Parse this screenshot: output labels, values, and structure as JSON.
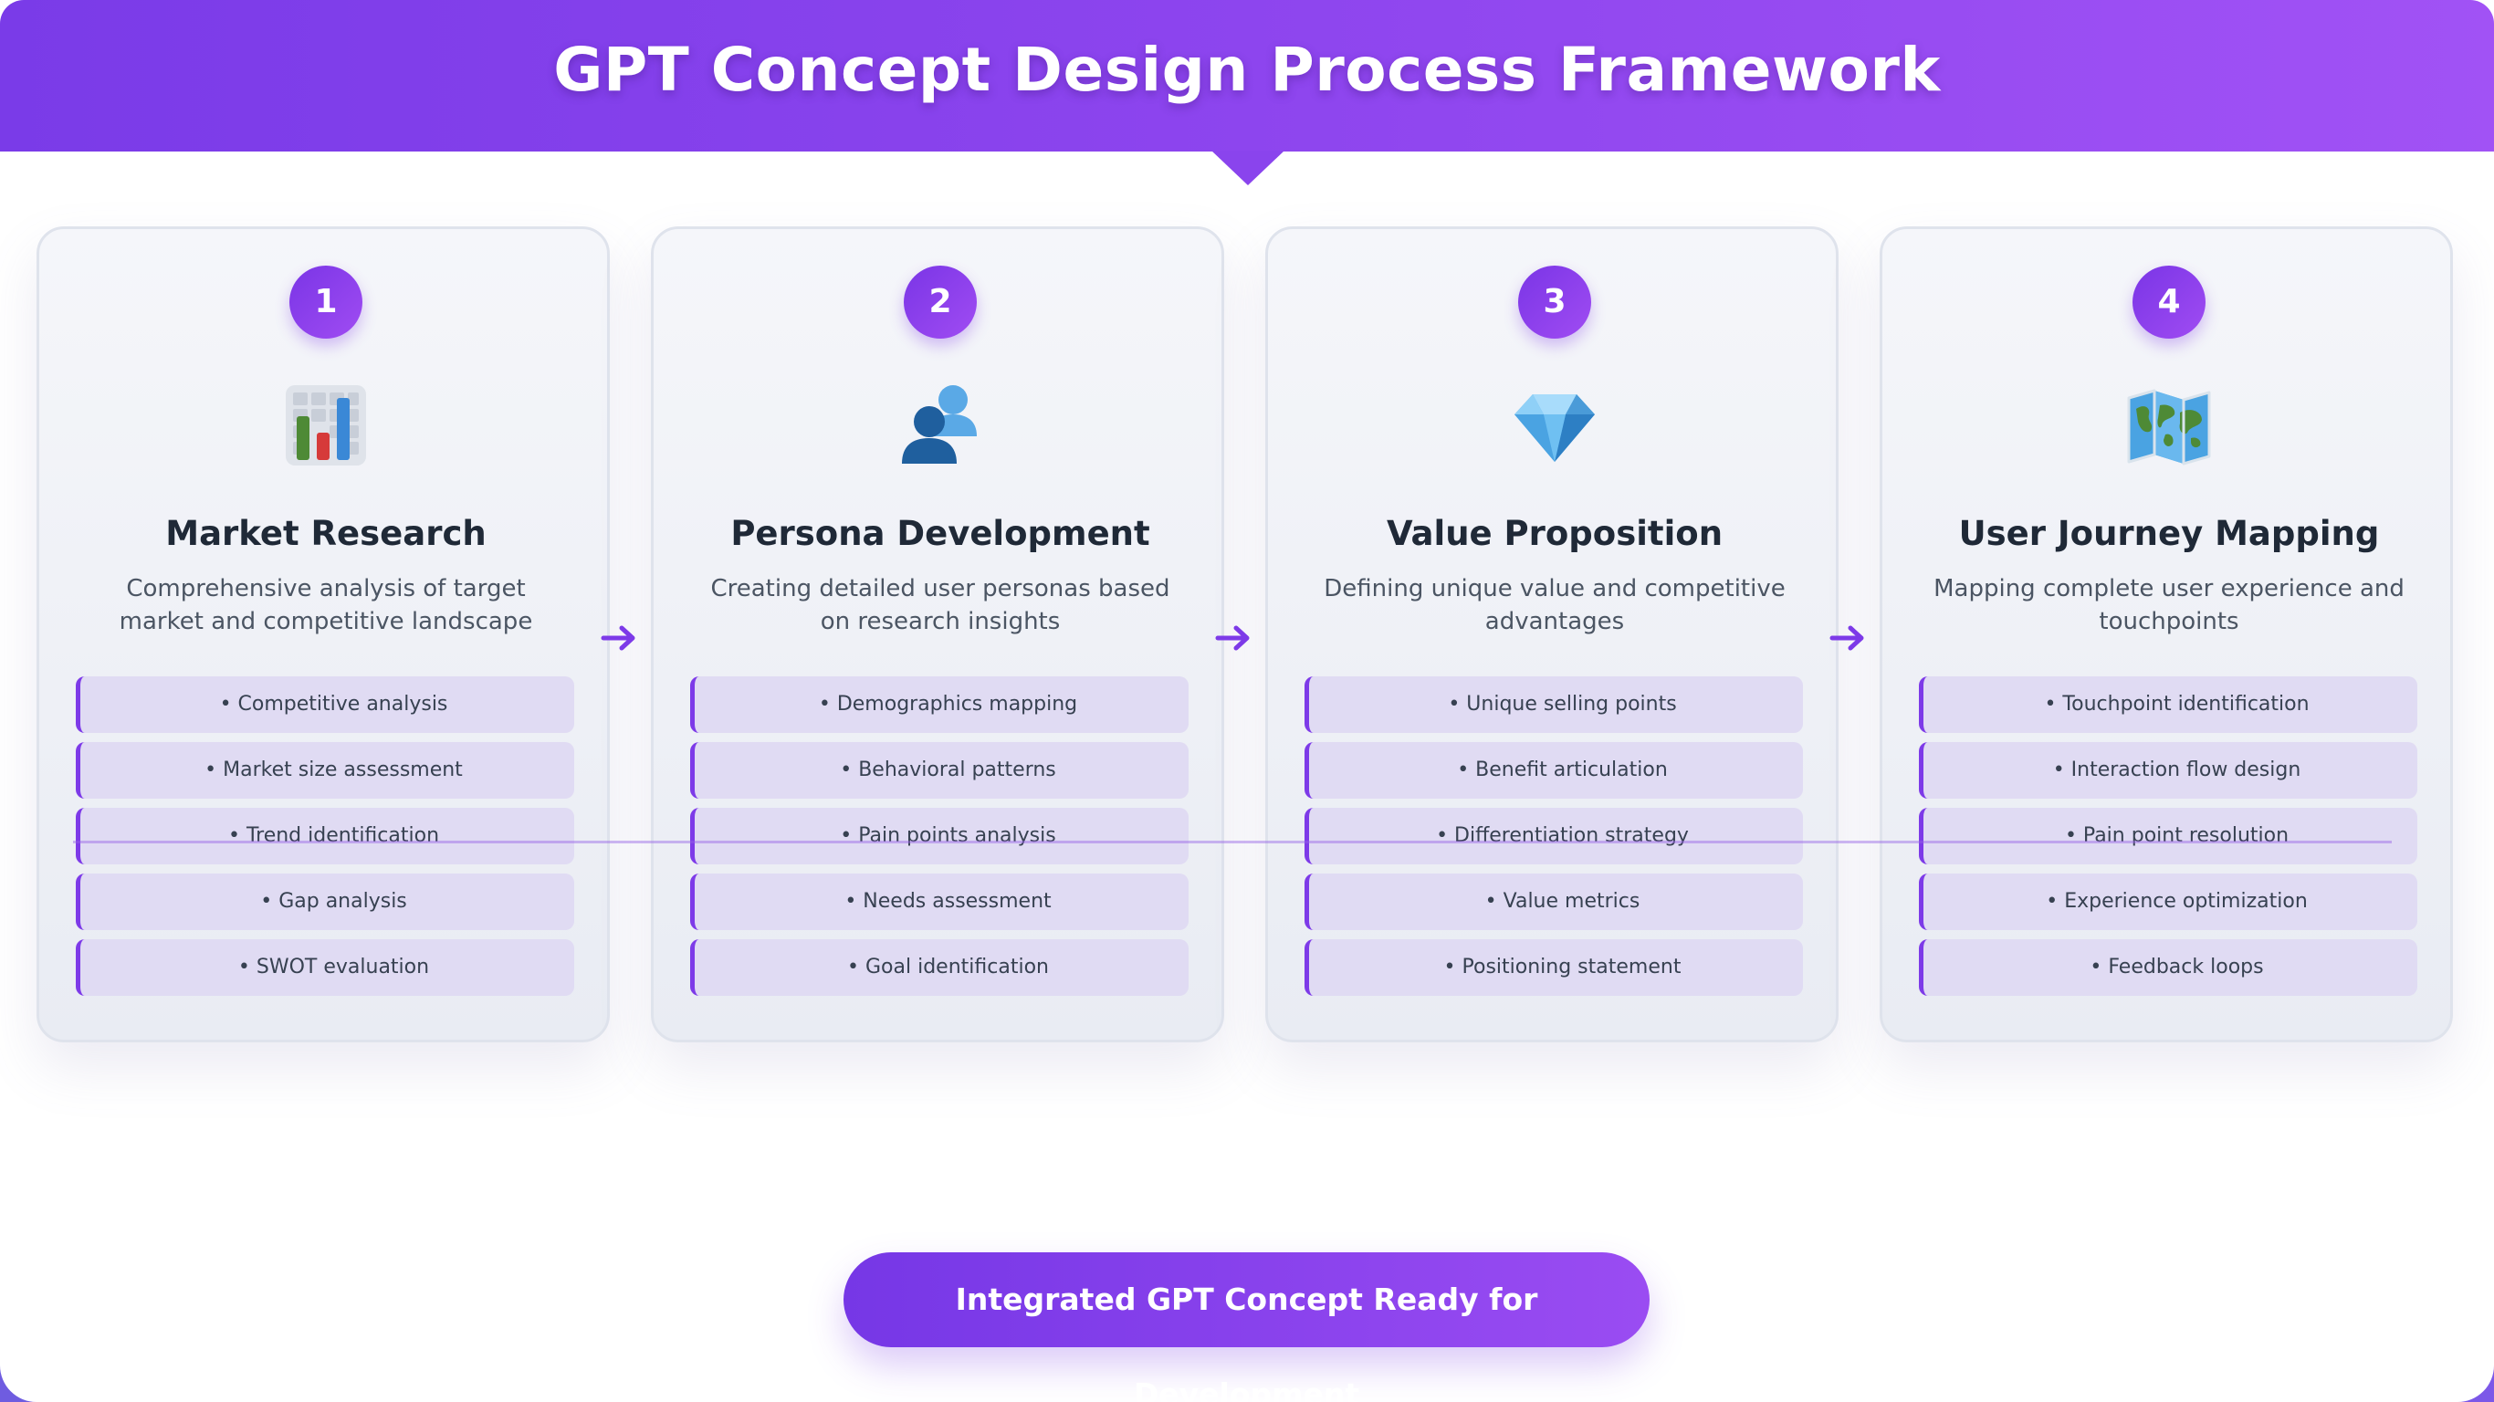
{
  "title": "GPT Concept Design Process Framework",
  "stages": [
    {
      "number": "1",
      "icon": "bar-chart-icon",
      "title": "Market Research",
      "description": "Comprehensive analysis of target market and competitive landscape",
      "items": [
        "• Competitive analysis",
        "• Market size assessment",
        "• Trend identification",
        "• Gap analysis",
        "• SWOT evaluation"
      ]
    },
    {
      "number": "2",
      "icon": "people-icon",
      "title": "Persona Development",
      "description": "Creating detailed user personas based on research insights",
      "items": [
        "• Demographics mapping",
        "• Behavioral patterns",
        "• Pain points analysis",
        "• Needs assessment",
        "• Goal identification"
      ]
    },
    {
      "number": "3",
      "icon": "diamond-icon",
      "title": "Value Proposition",
      "description": "Defining unique value and competitive advantages",
      "items": [
        "• Unique selling points",
        "• Benefit articulation",
        "• Differentiation strategy",
        "• Value metrics",
        "• Positioning statement"
      ]
    },
    {
      "number": "4",
      "icon": "world-map-icon",
      "title": "User Journey Mapping",
      "description": "Mapping complete user experience and touchpoints",
      "items": [
        "• Touchpoint identification",
        "• Interaction flow design",
        "• Pain point resolution",
        "• Experience optimization",
        "• Feedback loops"
      ]
    }
  ],
  "cta_label": "Integrated GPT Concept Ready for Development",
  "colors": {
    "accent": "#7d3ae8",
    "header_start": "#7a3be8",
    "header_end": "#a152f5",
    "item_bg": "#e0dbf3"
  }
}
